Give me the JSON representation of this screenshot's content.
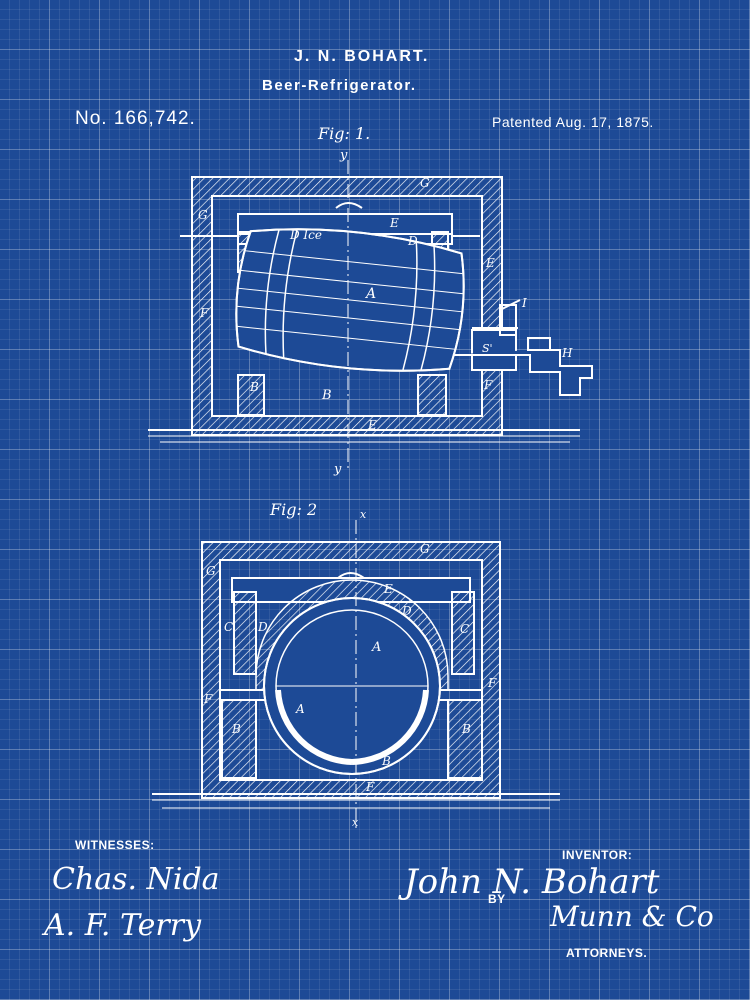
{
  "header": {
    "inventor": "J. N. BOHART.",
    "title": "Beer-Refrigerator.",
    "patent_number": "No. 166,742.",
    "patent_date": "Patented Aug. 17, 1875."
  },
  "figures": {
    "fig1_label": "Fig: 1.",
    "fig2_label": "Fig: 2",
    "fig1_section_top": "y",
    "fig1_section_bottom": "y",
    "fig2_section_top": "x",
    "fig2_section_bottom": "x",
    "fig1_callouts": {
      "g_top": "G",
      "g_left": "G",
      "e_top": "E",
      "ice": "D Ice",
      "d_right": "D",
      "e_right": "E",
      "a": "A",
      "f_left": "F",
      "i": "I",
      "h": "H",
      "f_right": "F",
      "s": "S'",
      "b_left": "B",
      "b_center": "B",
      "e_bottom": "E"
    },
    "fig2_callouts": {
      "g_top": "G",
      "g_left": "G",
      "e_top": "E",
      "d_right": "D",
      "c_left": "C",
      "d_left": "D",
      "a_center": "A",
      "c_right": "C",
      "f_left": "F",
      "f_right": "F",
      "a_left": "A",
      "b_left": "B",
      "b_right": "B",
      "b_center": "B",
      "f_bottom": "F"
    }
  },
  "footer": {
    "witnesses_label": "WITNESSES:",
    "witness_1": "Chas. Nida",
    "witness_2": "A. F. Terry",
    "inventor_label": "INVENTOR:",
    "inventor_signature": "John N. Bohart",
    "by_label": "BY",
    "attorney_signature": "Munn & Co",
    "attorneys_label": "ATTORNEYS."
  },
  "colors": {
    "background": "#1d4a96",
    "ink": "#ffffff"
  }
}
